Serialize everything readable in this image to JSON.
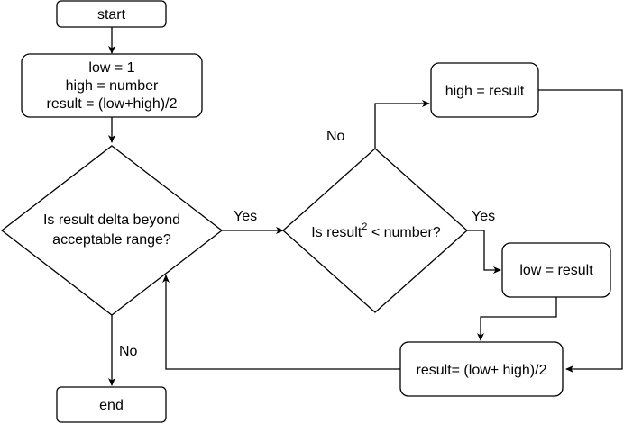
{
  "nodes": {
    "start": "start",
    "init": [
      "low = 1",
      "high = number",
      "result = (low+high)/2"
    ],
    "decision_delta": [
      "Is result delta beyond",
      "acceptable range?"
    ],
    "decision_square": {
      "prefix": "Is result",
      "superscript": "2",
      "suffix": " < number?"
    },
    "high_assign": "high = result",
    "low_assign": "low = result",
    "recompute": "result= (low+ high)/2",
    "end": "end"
  },
  "edge_labels": {
    "delta_yes": "Yes",
    "delta_no": "No",
    "square_yes": "Yes",
    "square_no": "No"
  },
  "colors": {
    "stroke": "#000000",
    "fill": "#ffffff",
    "text": "#000000"
  }
}
